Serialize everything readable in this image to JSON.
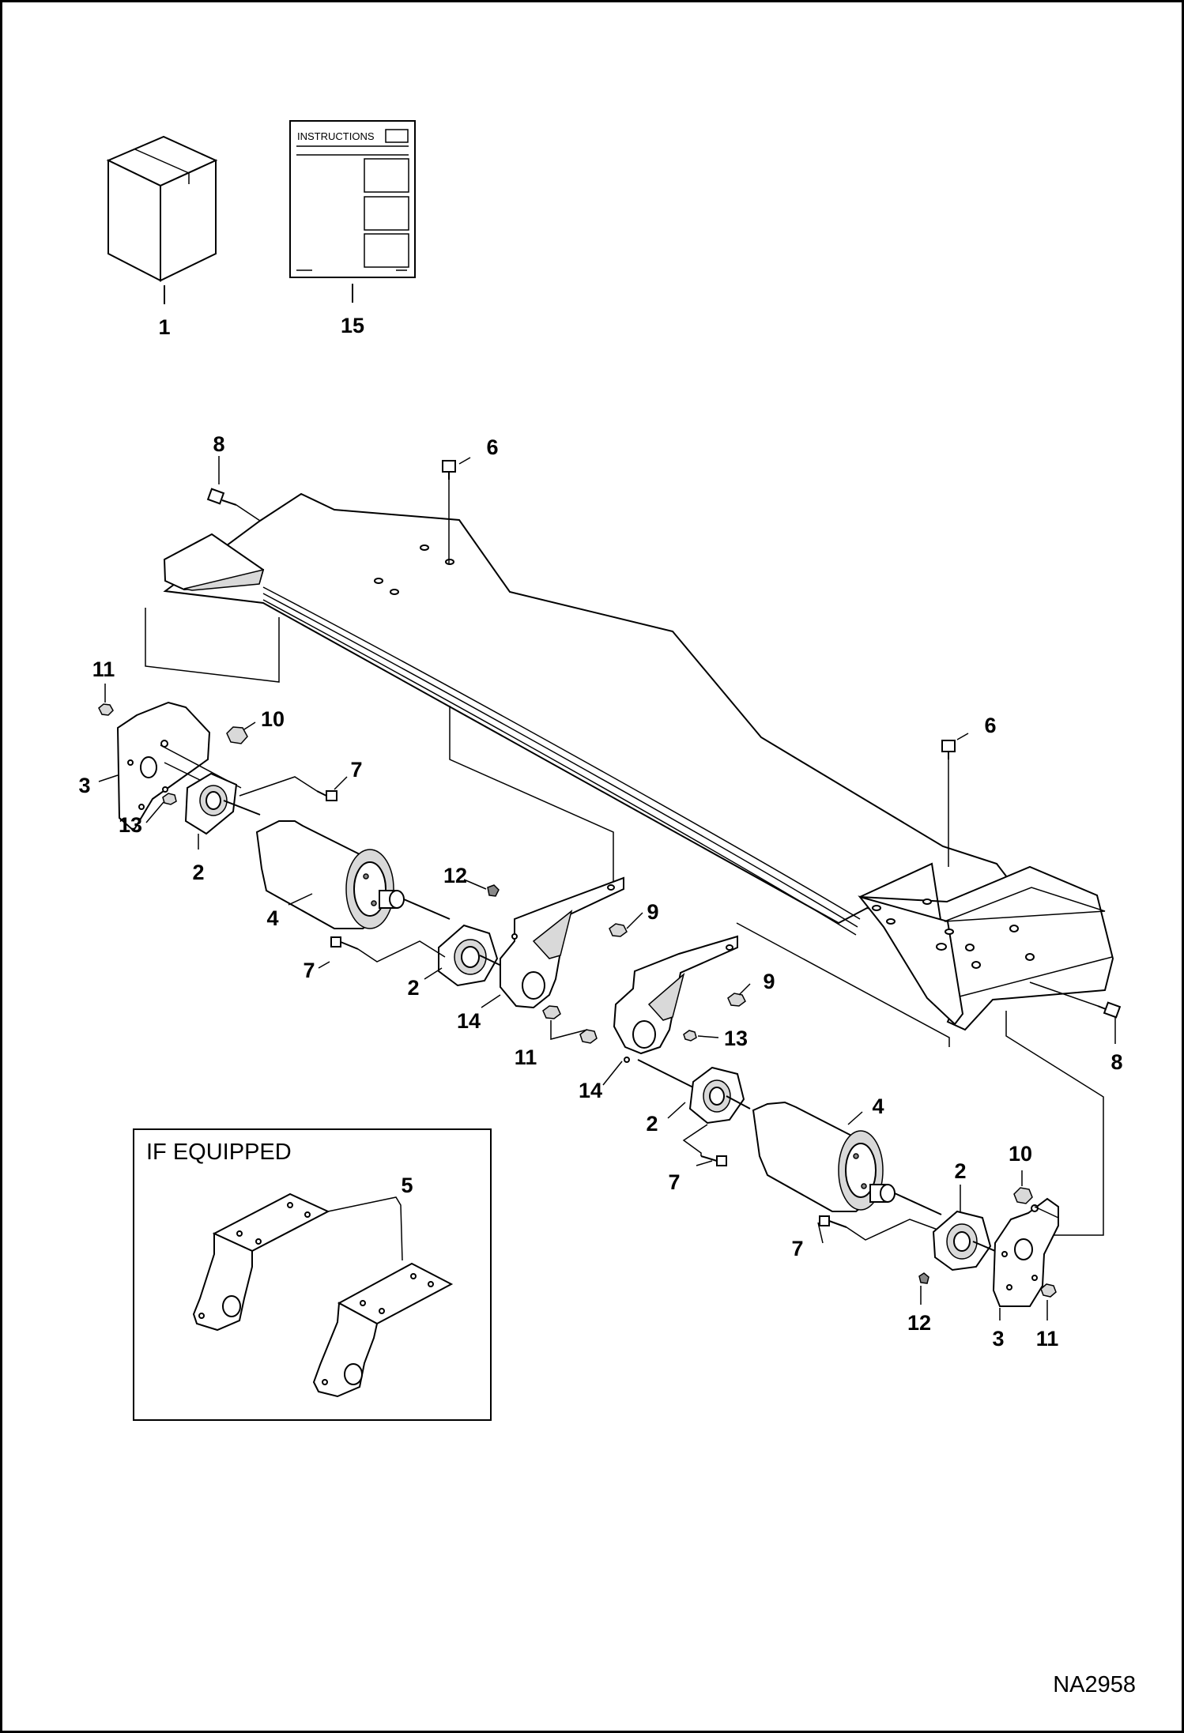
{
  "instruction_sheet": {
    "title": "INSTRUCTIONS"
  },
  "inset": {
    "title": "IF EQUIPPED"
  },
  "drawing_id": "NA2958",
  "callouts": {
    "c1": "1",
    "c15": "15",
    "c8a": "8",
    "c6a": "6",
    "c6b": "6",
    "c11a": "11",
    "c10a": "10",
    "c3a": "3",
    "c7a": "7",
    "c13a": "13",
    "c2a": "2",
    "c4a": "4",
    "c12a": "12",
    "c9a": "9",
    "c7b": "7",
    "c2b": "2",
    "c14a": "14",
    "c11b": "11",
    "c9b": "9",
    "c13b": "13",
    "c14b": "14",
    "c2c": "2",
    "c4b": "4",
    "c7c": "7",
    "c2d": "2",
    "c10b": "10",
    "c7d": "7",
    "c12b": "12",
    "c3b": "3",
    "c11c": "11",
    "c8b": "8",
    "c5": "5"
  }
}
